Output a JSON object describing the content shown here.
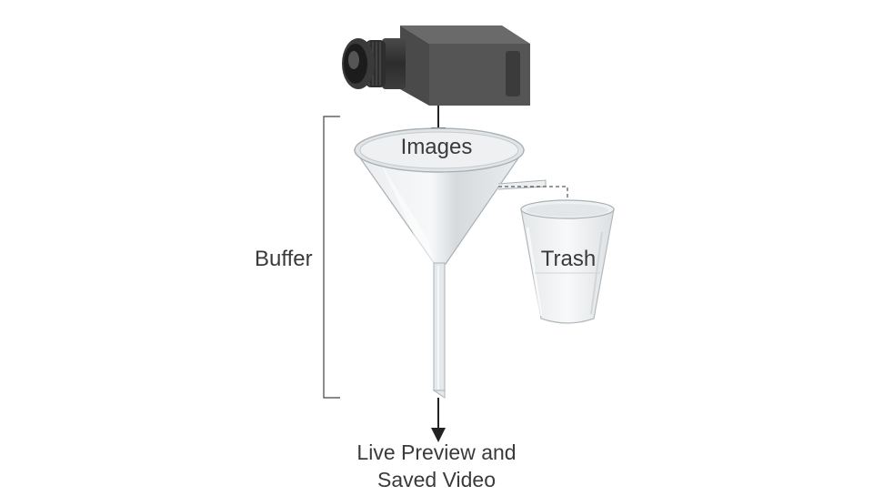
{
  "labels": {
    "images": "Images",
    "buffer": "Buffer",
    "trash": "Trash",
    "output_line1": "Live Preview and",
    "output_line2": "Saved Video"
  },
  "icons": {
    "source": "camera-icon",
    "buffer": "funnel-icon",
    "discard": "cup-icon"
  },
  "colors": {
    "camera_body": "#555555",
    "camera_dark": "#3b3b3b",
    "glass": "#dfe2e4",
    "glass_edge": "#a9b1b5",
    "arrow": "#222222",
    "text": "#3a3a3a"
  }
}
